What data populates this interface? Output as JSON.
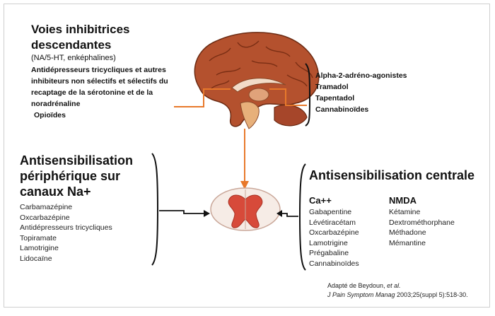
{
  "colors": {
    "orange": "#e8792b",
    "brain": "#b4512e",
    "cord": "#d74a3a",
    "bracket": "#111111"
  },
  "top_left": {
    "title_line1": "Voies inhibitrices",
    "title_line2": "descendantes",
    "subtitle": "(NA/5-HT, enképhalines)",
    "lines": [
      "Antidépresseurs tricycliques et autres",
      "inhibiteurs non sélectifs et sélectifs du",
      "recaptage de la sérotonine et de la",
      "noradrénaline",
      "Opioïdes"
    ]
  },
  "top_right": {
    "items": [
      "Alpha-2-adréno-agonistes",
      "Tramadol",
      "Tapentadol",
      "Cannabinoïdes"
    ]
  },
  "bottom_left": {
    "title_line1": "Antisensibilisation",
    "title_line2": "périphérique sur",
    "title_line3": "canaux Na+",
    "items": [
      "Carbamazépine",
      "Oxcarbazépine",
      "Antidépresseurs tricycliques",
      "Topiramate",
      "Lamotrigine",
      "Lidocaïne"
    ]
  },
  "bottom_right": {
    "title": "Antisensibilisation centrale",
    "col1_head": "Ca++",
    "col1_items": [
      "Gabapentine",
      "Lévétiracétam",
      "Oxcarbazépine",
      "Lamotrigine",
      "Prégabaline",
      "Cannabinoïdes"
    ],
    "col2_head": "NMDA",
    "col2_items": [
      "Kétamine",
      "Dextrométhorphane",
      "Méthadone",
      "Mémantine"
    ]
  },
  "citation": {
    "line1_a": "Adapté de Beydoun, ",
    "line1_b": "et al.",
    "line2_a": "J Pain Symptom Manag",
    "line2_b": " 2003;25(suppl 5):518-30."
  }
}
